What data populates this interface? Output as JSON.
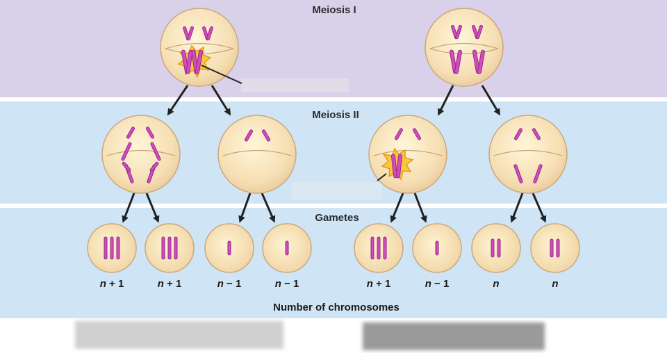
{
  "stages": {
    "meiosis1": "Meiosis I",
    "meiosis2": "Meiosis II",
    "gametes": "Gametes"
  },
  "footer": "Number of chromosomes",
  "gamete_labels": [
    {
      "n": "n",
      "suffix": " + 1"
    },
    {
      "n": "n",
      "suffix": " + 1"
    },
    {
      "n": "n",
      "suffix": " − 1"
    },
    {
      "n": "n",
      "suffix": " − 1"
    },
    {
      "n": "n",
      "suffix": " + 1"
    },
    {
      "n": "n",
      "suffix": " − 1"
    },
    {
      "n": "n",
      "suffix": ""
    },
    {
      "n": "n",
      "suffix": ""
    }
  ],
  "colors": {
    "band_meiosis1": "#d9d0ea",
    "band_lower": "#cfe5f6",
    "cell_fill": "#f6dfb4",
    "cell_edge": "#c9a77d",
    "chromosome": "#d64ac0",
    "chromosome_edge": "#8f2b88",
    "burst": "#f7c93d",
    "arrow": "#222222",
    "label_blank": "#e6e6e6"
  }
}
